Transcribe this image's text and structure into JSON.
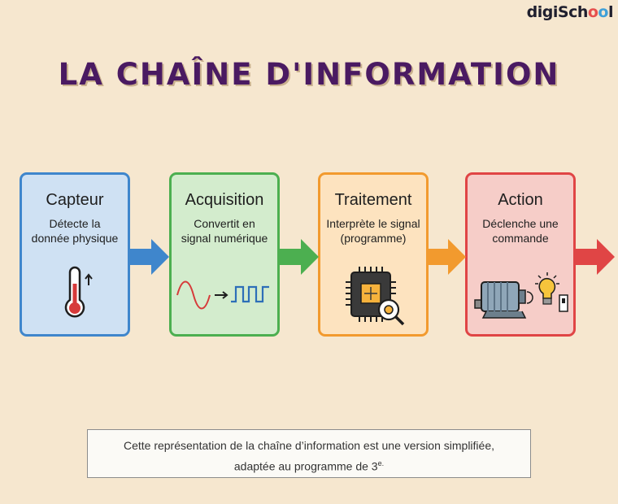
{
  "brand": {
    "prefix": "digiSch",
    "o1": "o",
    "o2": "o",
    "suffix": "l"
  },
  "title": "LA CHAÎNE D'INFORMATION",
  "stages": [
    {
      "title": "Capteur",
      "desc": "Détecte la\ndonnée physique",
      "icon": "thermometer-icon",
      "border": "#3f86cc",
      "fill": "#cfe1f3"
    },
    {
      "title": "Acquisition",
      "desc": "Convertit en\nsignal numérique",
      "icon": "signal-conversion-icon",
      "border": "#4caf50",
      "fill": "#d3eccd"
    },
    {
      "title": "Traitement",
      "desc": "Interprète le signal\n(programme)",
      "icon": "microchip-icon",
      "border": "#f29a2e",
      "fill": "#fde3bf"
    },
    {
      "title": "Action",
      "desc": "Déclenche une\ncommande",
      "icon": "motor-lightbulb-icon",
      "border": "#e04545",
      "fill": "#f6cdc8"
    }
  ],
  "arrow_colors": [
    "#3f86cc",
    "#4caf50",
    "#f29a2e",
    "#e04545"
  ],
  "note": {
    "line1": "Cette représentation de la chaîne d’information est une version simplifiée,",
    "line2": "adaptée au programme de 3",
    "sup": "e."
  }
}
